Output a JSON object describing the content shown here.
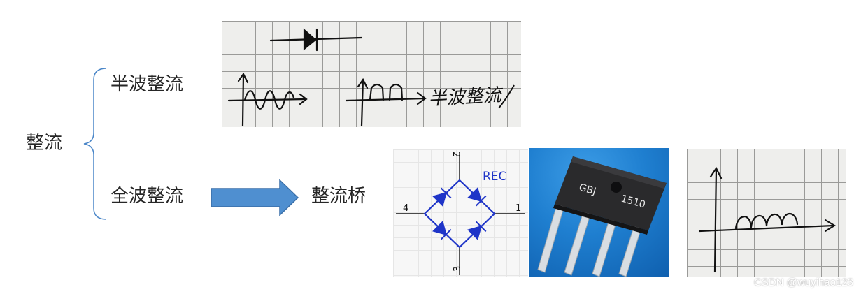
{
  "labels": {
    "root": "整流",
    "half_wave": "半波整流",
    "full_wave": "全波整流",
    "bridge": "整流桥"
  },
  "handwriting": {
    "half_wave_note": "半波整流"
  },
  "schematic": {
    "part": "REC",
    "pin1": "1",
    "pin2": "2",
    "pin3": "3",
    "pin4": "4"
  },
  "product": {
    "model_left": "GBJ",
    "model_right": "1510"
  },
  "watermark": "CSDN @wuyihao123",
  "colors": {
    "arrow_fill": "#4f8fd0",
    "arrow_stroke": "#3a6fa8",
    "bracket": "#4a86c8",
    "schematic_blue": "#1f35c8",
    "ink": "#111111"
  }
}
